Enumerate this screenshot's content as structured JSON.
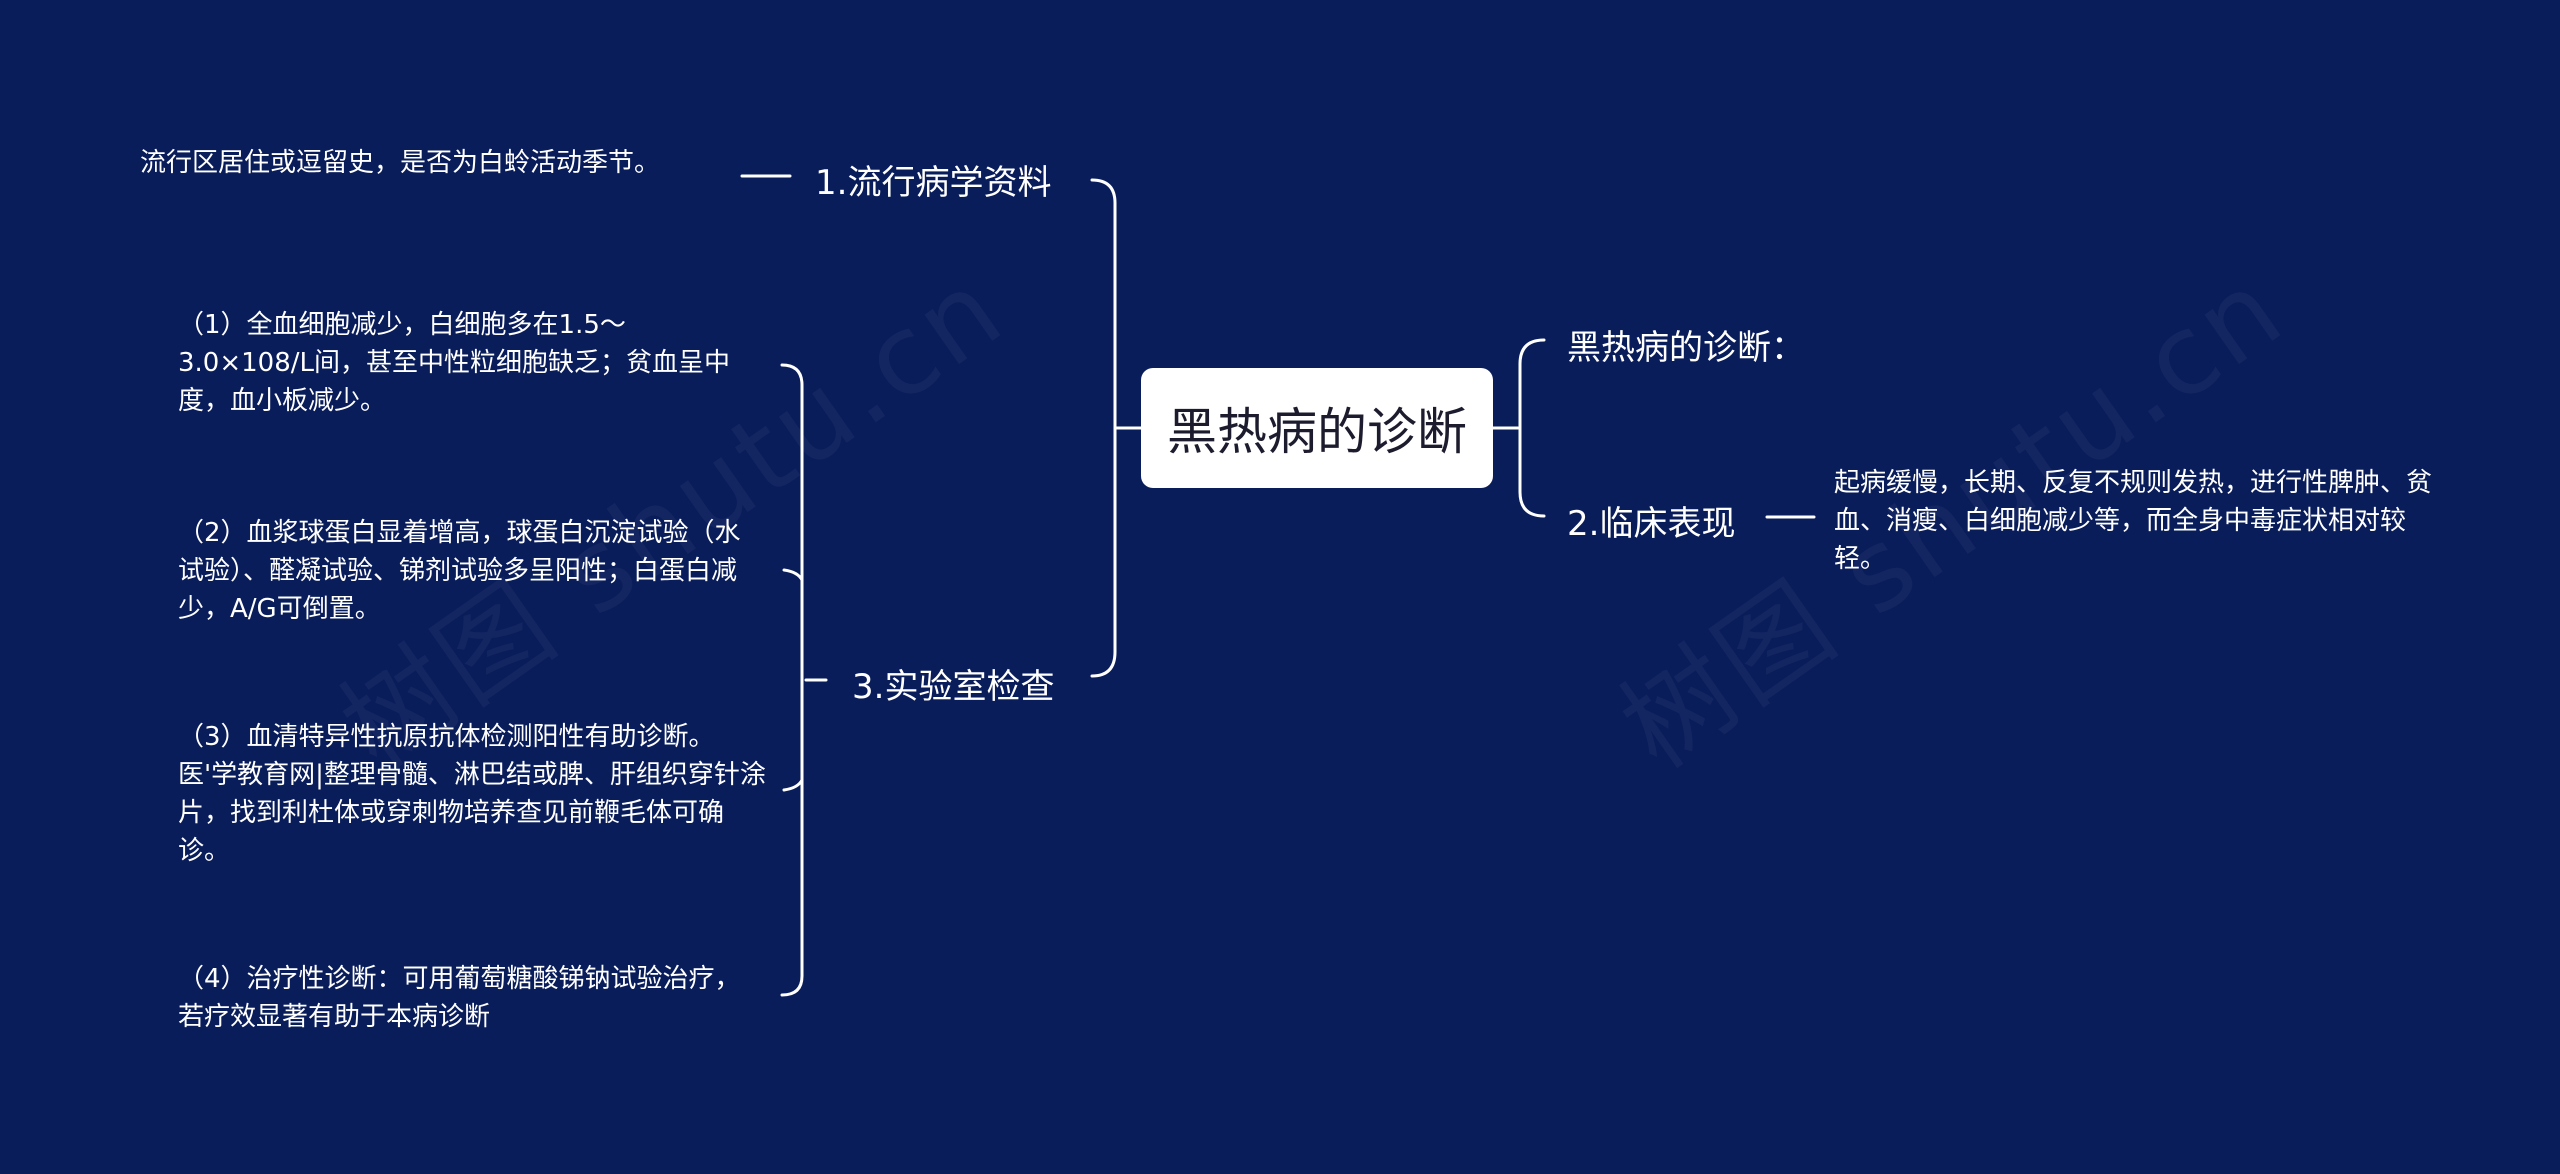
{
  "watermark": "树图 shutu.cn",
  "center": {
    "label": "黑热病的诊断"
  },
  "left_branches": [
    {
      "label": "1.流行病学资料"
    },
    {
      "label": "3.实验室检查"
    }
  ],
  "right_branches": [
    {
      "label": "黑热病的诊断："
    },
    {
      "label": "2.临床表现"
    }
  ],
  "leaves": {
    "epidemiology": " 流行区居住或逗留史，是否为白蛉活动季节。",
    "lab_1": "（1）全血细胞减少，白细胞多在1.5～3.0×108/L间，甚至中性粒细胞缺乏；贫血呈中度，血小板减少。",
    "lab_2": "（2）血浆球蛋白显着增高，球蛋白沉淀试验（水试验）、醛凝试验、锑剂试验多呈阳性；白蛋白减少，A/G可倒置。",
    "lab_3": "（3）血清特异性抗原抗体检测阳性有助诊断。医'学教育网|整理骨髓、淋巴结或脾、肝组织穿针涂片，找到利杜体或穿刺物培养查见前鞭毛体可确诊。",
    "lab_4": "（4）治疗性诊断：可用葡萄糖酸锑钠试验治疗，若疗效显著有助于本病诊断",
    "clinical": "起病缓慢，长期、反复不规则发热，进行性脾肿、贫血、消瘦、白细胞减少等，而全身中毒症状相对较轻。"
  },
  "colors": {
    "background": "#0a1d5b",
    "connector": "#ffffff",
    "center_bg": "#ffffff",
    "center_text": "#1c1c2e"
  }
}
